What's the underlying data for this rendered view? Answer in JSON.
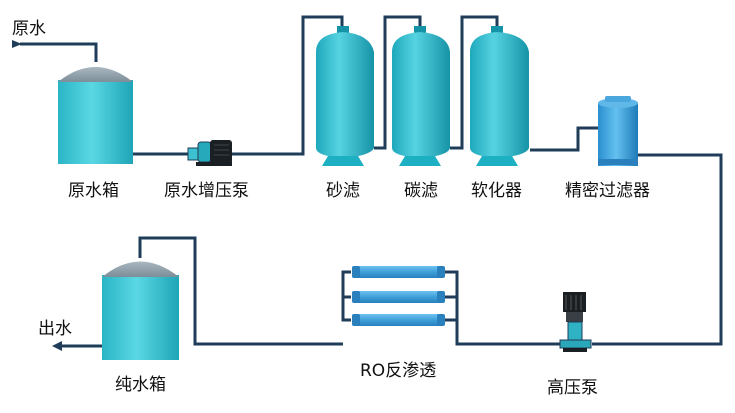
{
  "labels": {
    "raw_water_in": "原水",
    "raw_water_tank": "原水箱",
    "raw_water_booster_pump": "原水增压泵",
    "sand_filter": "砂滤",
    "carbon_filter": "碳滤",
    "softener": "软化器",
    "precision_filter": "精密过滤器",
    "water_out": "出水",
    "pure_water_tank": "纯水箱",
    "ro_membrane": "RO反渗透",
    "high_pressure_pump": "高压泵"
  },
  "colors": {
    "tank_body": "#3fc7d6",
    "tank_top": "#8ea0ab",
    "pipe": "#1f3d58",
    "pump_body": "#1a1f24",
    "membrane": "#3f9fd8",
    "text": "#111111"
  }
}
